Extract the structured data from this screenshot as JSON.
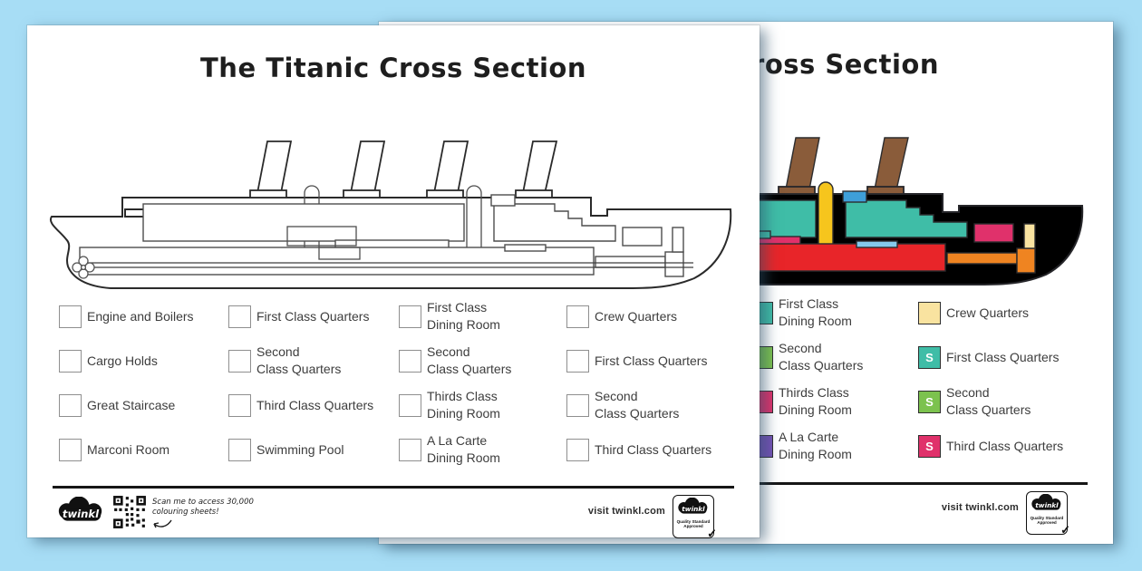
{
  "background_color": "#a7ddf5",
  "title": "The Titanic Cross Section",
  "footer": {
    "brand": "twinkl",
    "scan_note_line1": "Scan me to access 30,000",
    "scan_note_line2": "colouring sheets!",
    "visit": "visit twinkl.com",
    "badge_brand": "twinkl",
    "badge_line1": "Quality Standard",
    "badge_line2": "Approved",
    "badge_check": "✓"
  },
  "colors": {
    "paper": "#ffffff",
    "hull": "#3e3e40",
    "funnel": "#8a5c3a",
    "engine_and_boilers": "#e82529",
    "cargo_holds": "#ef8421",
    "great_staircase": "#f6c51d",
    "marconi_room": "#3e9fd9",
    "first_class_dining": "#3fbda7",
    "second_class_quarters": "#7cc24e",
    "thirds_class_dining": "#e0316b",
    "a_la_carte_dining": "#7451b5",
    "crew_quarters": "#f9e3a0",
    "first_class_quarters": "#3fbda7",
    "third_class_quarters": "#e0316b",
    "swimming_pool": "#85c9ec"
  },
  "legend_outline": [
    {
      "col": 1,
      "items": [
        {
          "lines": [
            "Engine and Boilers"
          ]
        },
        {
          "lines": [
            "Cargo Holds"
          ]
        },
        {
          "lines": [
            "Great Staircase"
          ]
        },
        {
          "lines": [
            "Marconi Room"
          ]
        }
      ]
    },
    {
      "col": 2,
      "items": [
        {
          "lines": [
            "First Class Quarters"
          ]
        },
        {
          "lines": [
            "Second",
            "Class Quarters"
          ]
        },
        {
          "lines": [
            "Third Class Quarters"
          ]
        },
        {
          "lines": [
            "Swimming Pool"
          ]
        }
      ]
    },
    {
      "col": 3,
      "items": [
        {
          "lines": [
            "First Class",
            "Dining Room"
          ]
        },
        {
          "lines": [
            "Second",
            "Class Quarters"
          ]
        },
        {
          "lines": [
            "Thirds Class",
            "Dining Room"
          ]
        },
        {
          "lines": [
            "A La Carte",
            "Dining Room"
          ]
        }
      ]
    },
    {
      "col": 4,
      "items": [
        {
          "lines": [
            "Crew Quarters"
          ]
        },
        {
          "lines": [
            "First Class Quarters"
          ]
        },
        {
          "lines": [
            "Second",
            "Class Quarters"
          ]
        },
        {
          "lines": [
            "Third Class Quarters"
          ]
        }
      ]
    }
  ],
  "legend_colored": [
    {
      "col": 3,
      "items": [
        {
          "lines": [
            "First Class",
            "Dining Room"
          ],
          "color": "#3fbda7",
          "letter": ""
        },
        {
          "lines": [
            "Second",
            "Class Quarters"
          ],
          "color": "#7cc24e",
          "letter": ""
        },
        {
          "lines": [
            "Thirds Class",
            "Dining Room"
          ],
          "color": "#e0316b",
          "letter": ""
        },
        {
          "lines": [
            "A La Carte",
            "Dining Room"
          ],
          "color": "#7451b5",
          "letter": ""
        }
      ]
    },
    {
      "col": 4,
      "items": [
        {
          "lines": [
            "Crew Quarters"
          ],
          "color": "#f9e3a0",
          "letter": ""
        },
        {
          "lines": [
            "First Class Quarters"
          ],
          "color": "#3fbda7",
          "letter": "S"
        },
        {
          "lines": [
            "Second",
            "Class Quarters"
          ],
          "color": "#7cc24e",
          "letter": "S"
        },
        {
          "lines": [
            "Third Class Quarters"
          ],
          "color": "#e0316b",
          "letter": "S"
        }
      ]
    }
  ]
}
